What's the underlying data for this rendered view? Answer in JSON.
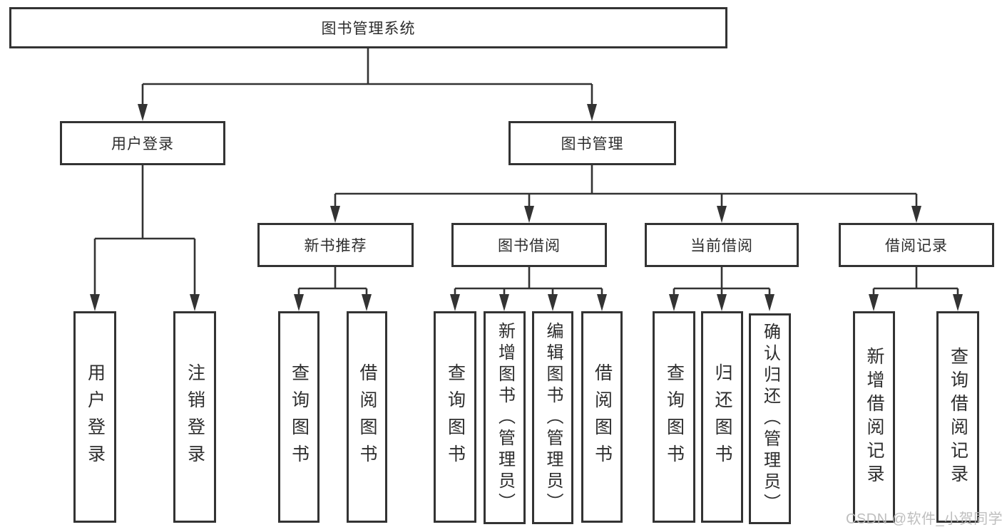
{
  "colors": {
    "line": "#333333",
    "border": "#333333",
    "text": "#2d2d2d",
    "box_background": "#ffffff",
    "watermark": "#b9b9b9"
  },
  "root": {
    "label": "图书管理系统"
  },
  "level2": [
    {
      "label": "用户登录"
    },
    {
      "label": "图书管理"
    }
  ],
  "level3": [
    {
      "label": "新书推荐"
    },
    {
      "label": "图书借阅"
    },
    {
      "label": "当前借阅"
    },
    {
      "label": "借阅记录"
    }
  ],
  "leaves": [
    {
      "label": "用户登录"
    },
    {
      "label": "注销登录"
    },
    {
      "label": "查询图书"
    },
    {
      "label": "借阅图书"
    },
    {
      "label": "查询图书"
    },
    {
      "label": "新增图书（管理员）"
    },
    {
      "label": "编辑图书（管理员）"
    },
    {
      "label": "借阅图书"
    },
    {
      "label": "查询图书"
    },
    {
      "label": "归还图书"
    },
    {
      "label": "确认归还（管理员）"
    },
    {
      "label": "新增借阅记录"
    },
    {
      "label": "查询借阅记录"
    }
  ],
  "watermark": {
    "text": "CSDN @软件_小贺同学"
  }
}
